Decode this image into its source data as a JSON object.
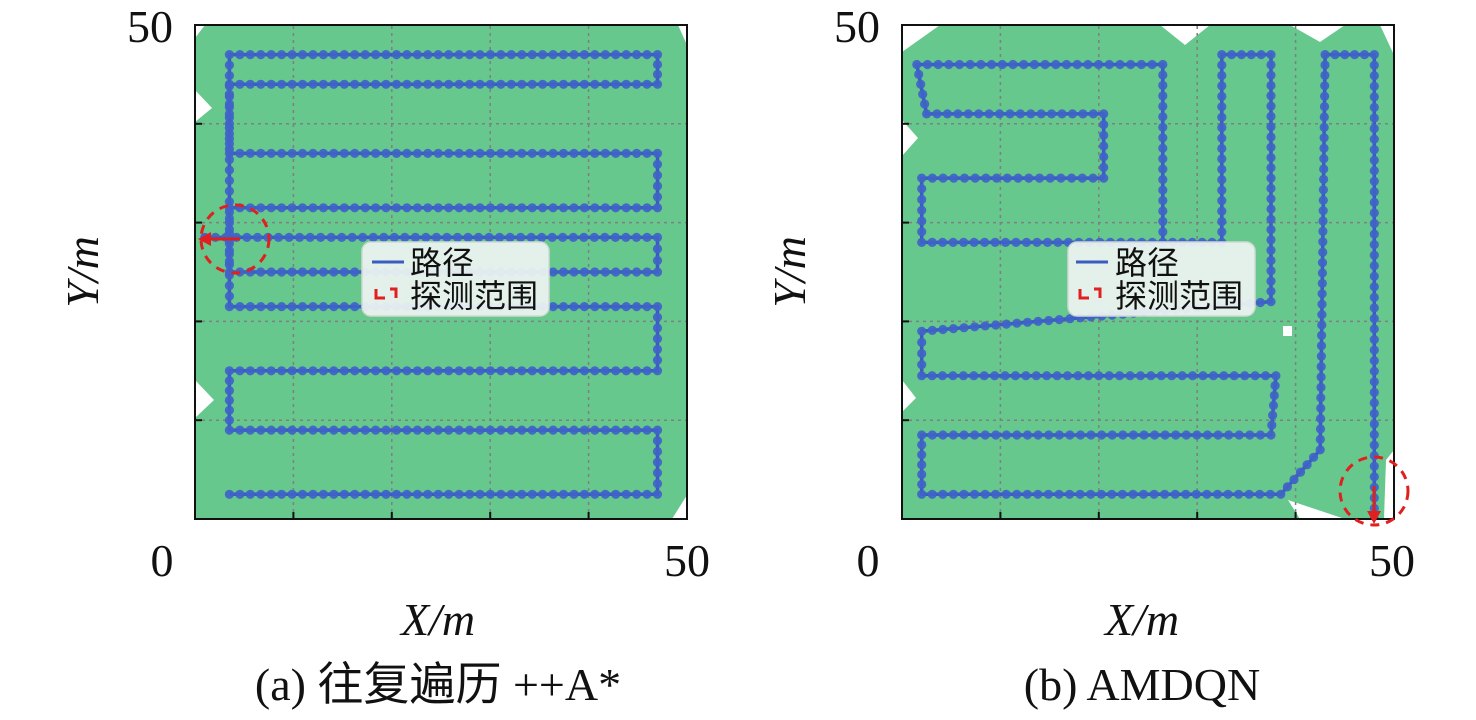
{
  "colors": {
    "coverage": "#66c88c",
    "path": "#3a5bbf",
    "marker": "#3f63c8",
    "grid": "#7f7f7f",
    "highlight": "#e02020",
    "legend_bg": "#eef4f2"
  },
  "icons": {
    "start_marker": "red-arrow-icon",
    "sensing_range": "dashed-circle-icon"
  },
  "chart_data": [
    {
      "type": "line",
      "caption": "(a) 往复遍历 ++A*",
      "xlabel": "X/m",
      "ylabel": "Y/m",
      "xlim": [
        0,
        50
      ],
      "ylim": [
        0,
        50
      ],
      "x_tick_labels": [
        "0",
        "50"
      ],
      "y_tick_labels": [
        "50"
      ],
      "grid": true,
      "legend": {
        "placement": "center",
        "entries": [
          "路径",
          "探测范围"
        ]
      },
      "start": {
        "x": 1,
        "y": 28.5,
        "direction": "left"
      },
      "series": [
        {
          "name": "路径",
          "points": [
            [
              3.5,
              2.5
            ],
            [
              47,
              2.5
            ],
            [
              47,
              9
            ],
            [
              3.5,
              9
            ],
            [
              3.5,
              15
            ],
            [
              47,
              15
            ],
            [
              47,
              21.5
            ],
            [
              3.5,
              21.5
            ],
            [
              3.5,
              47
            ],
            [
              47,
              47
            ],
            [
              47,
              44
            ],
            [
              3.5,
              44
            ],
            [
              3.5,
              37
            ],
            [
              47,
              37
            ],
            [
              47,
              31.5
            ],
            [
              3.5,
              31.5
            ],
            [
              3.5,
              25
            ],
            [
              47,
              25
            ],
            [
              47,
              28.5
            ],
            [
              1,
              28.5
            ]
          ]
        }
      ]
    },
    {
      "type": "line",
      "caption": "(b) AMDQN",
      "xlabel": "X/m",
      "ylabel": "Y/m",
      "xlim": [
        0,
        50
      ],
      "ylim": [
        0,
        50
      ],
      "x_tick_labels": [
        "0",
        "50"
      ],
      "y_tick_labels": [
        "50"
      ],
      "grid": true,
      "legend": {
        "placement": "center",
        "entries": [
          "路径",
          "探测范围"
        ]
      },
      "start": {
        "x": 48,
        "y": 0,
        "direction": "down"
      },
      "series": [
        {
          "name": "路径",
          "points": [
            [
              48,
              0
            ],
            [
              48,
              47
            ],
            [
              43,
              47
            ],
            [
              42.5,
              7
            ],
            [
              38.5,
              2.5
            ],
            [
              2,
              2.5
            ],
            [
              2,
              8.5
            ],
            [
              37.5,
              8.5
            ],
            [
              38,
              14.5
            ],
            [
              2,
              14.5
            ],
            [
              2,
              19
            ],
            [
              37.5,
              22
            ],
            [
              37.5,
              47
            ],
            [
              32.5,
              47
            ],
            [
              32.5,
              28
            ],
            [
              26.5,
              28
            ],
            [
              26.5,
              46
            ],
            [
              1.5,
              46
            ],
            [
              2.5,
              41
            ],
            [
              20.5,
              41
            ],
            [
              20.5,
              34.5
            ],
            [
              2,
              34.5
            ],
            [
              2,
              28
            ],
            [
              26.5,
              28
            ]
          ]
        }
      ]
    }
  ]
}
